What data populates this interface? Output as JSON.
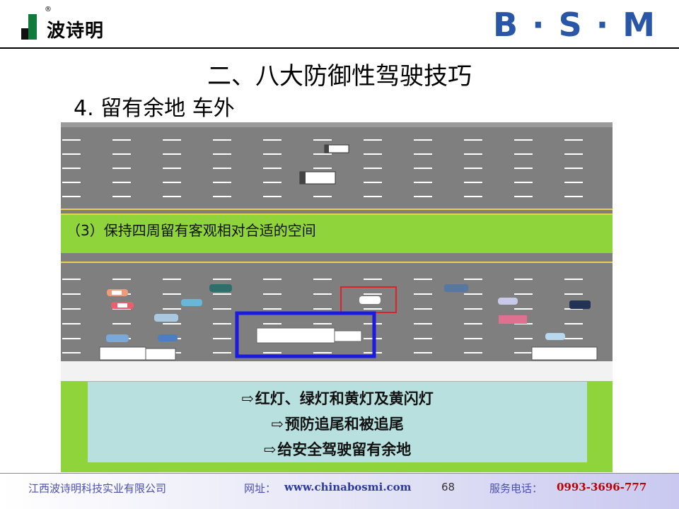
{
  "header": {
    "logo_text": "波诗明",
    "logo_registered": "®",
    "brand": "B · S · M"
  },
  "slide": {
    "title": "二、八大防御性驾驶技巧",
    "subtitle": "4. 留有余地   车外",
    "caption": "（3）保持四周留有客观相对合适的空间",
    "bullet_glyph": "⇨",
    "bullets": [
      "红灯、绿灯和黄灯及黄闪灯",
      "预防追尾和被追尾",
      "给安全驾驶留有余地"
    ]
  },
  "footer": {
    "company": "江西波诗明科技实业有限公司",
    "website_label": "网址：",
    "website": "www.chinabosmi.com",
    "page_number": "68",
    "phone_label": "服务电话：",
    "phone": "0993-3696-777"
  },
  "colors": {
    "brand_blue": "#2a56a8",
    "road": "#7f7f7f",
    "grass": "#8fd43a",
    "bullet_panel": "#b8e0df",
    "highlight_red": "#e0202a",
    "highlight_blue": "#1a1ae0"
  }
}
